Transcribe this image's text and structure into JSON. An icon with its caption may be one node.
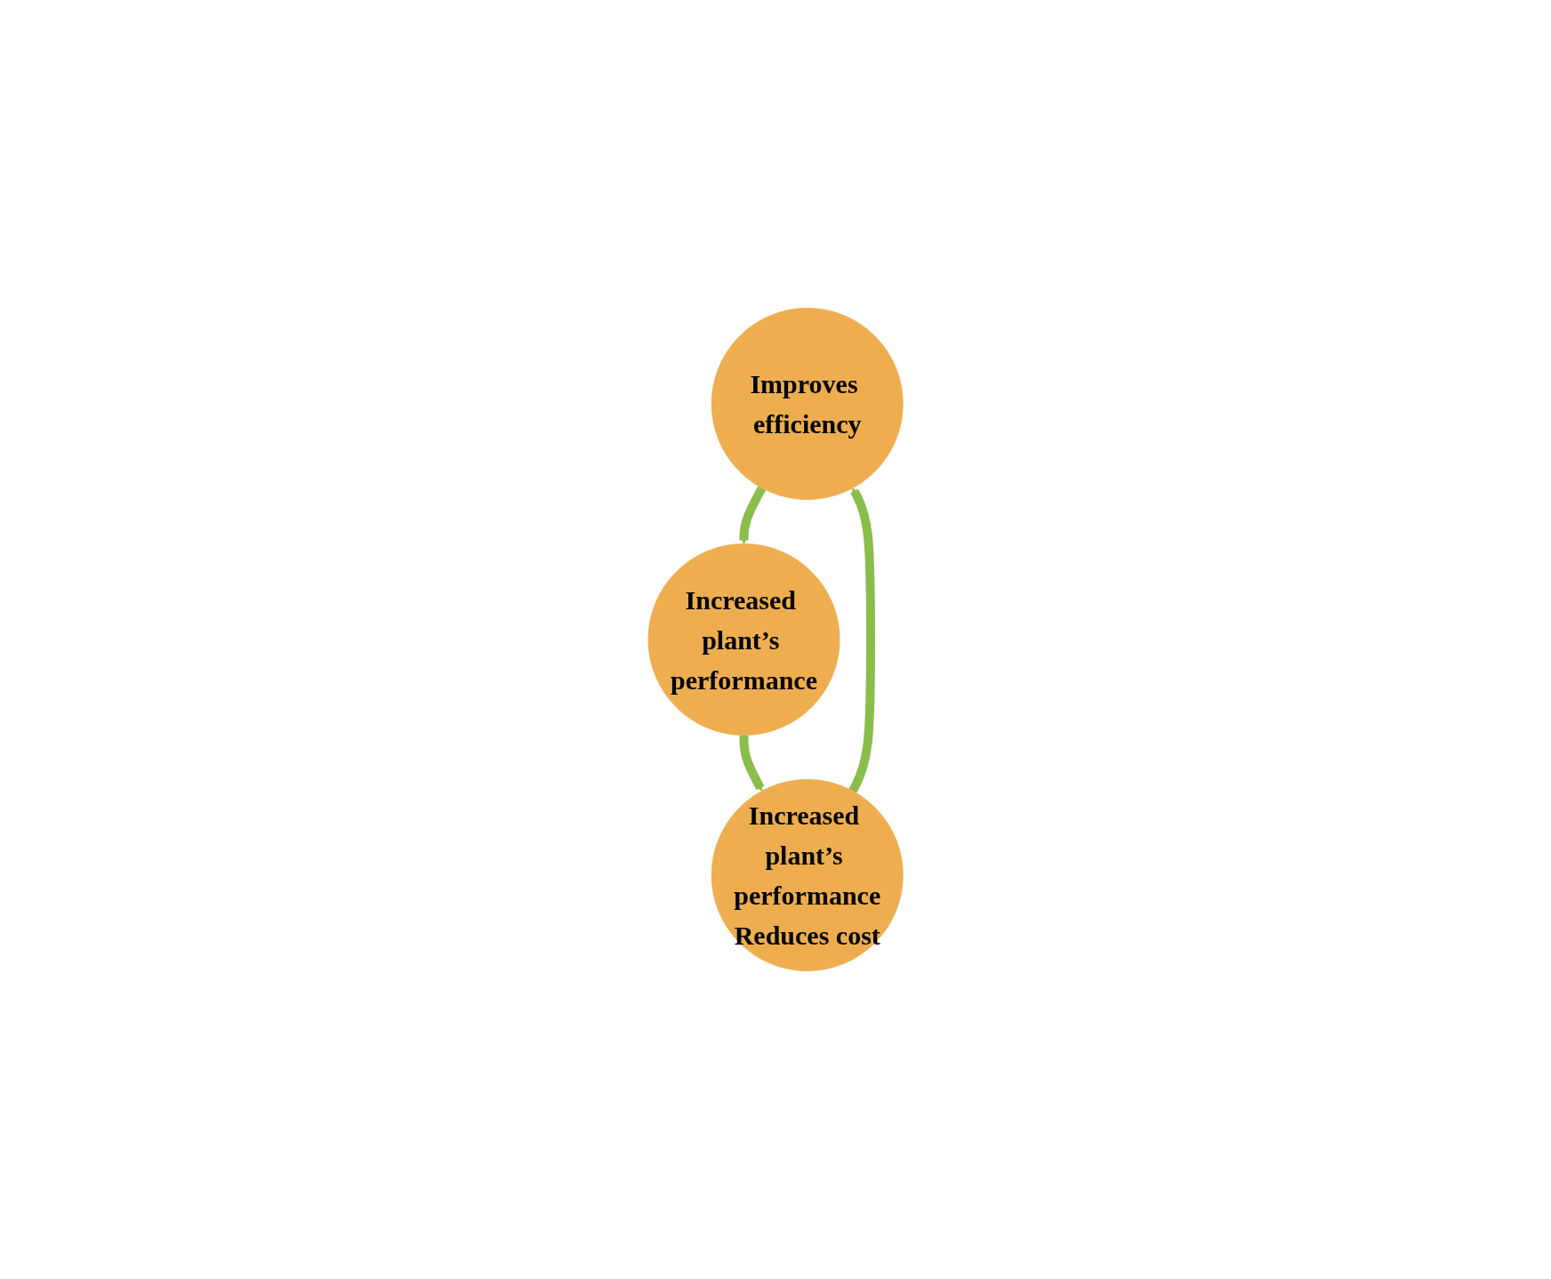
{
  "diagram": {
    "nodes": [
      {
        "text": [
          "Improves efficiency"
        ]
      },
      {
        "text": [
          "Increased plant’s performance"
        ]
      },
      {
        "text": [
          "Increased plant’s performance",
          "Reduces cost"
        ]
      }
    ],
    "edges": [
      {
        "from": 0,
        "to": 1,
        "arrow": "to"
      },
      {
        "from": 1,
        "to": 2,
        "arrow": "to"
      },
      {
        "from": 2,
        "to": 0,
        "arrow": "to"
      }
    ]
  }
}
